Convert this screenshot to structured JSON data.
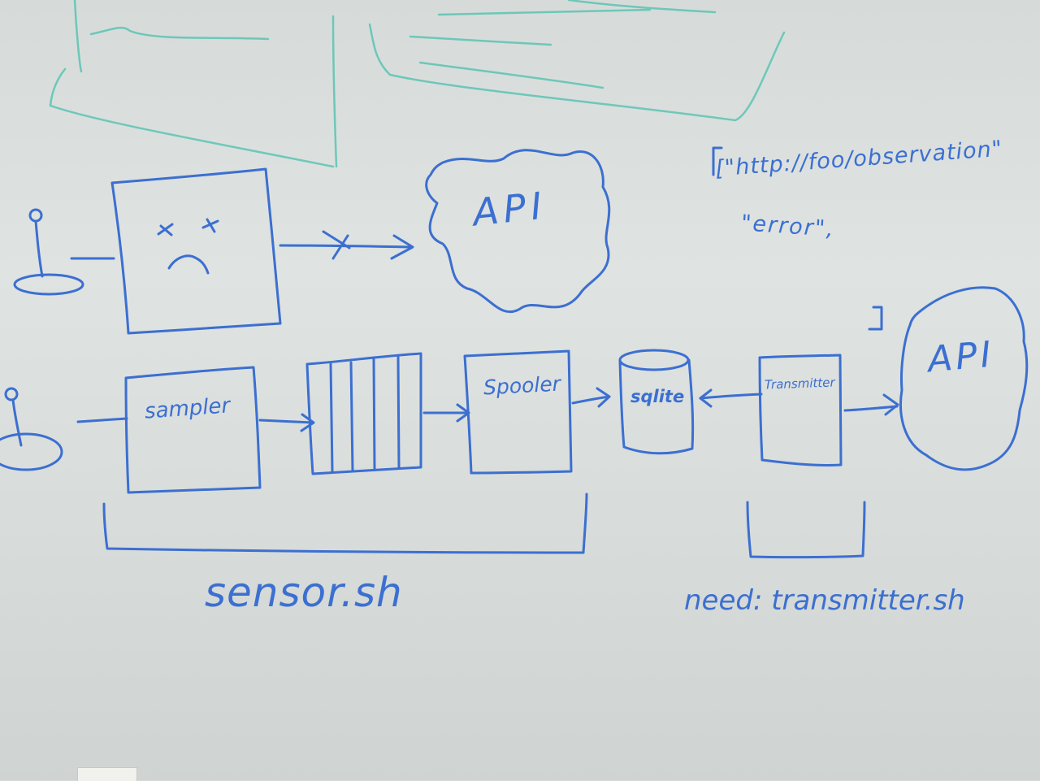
{
  "colors": {
    "board": "#dadedc",
    "marker_blue": "#3b6fd1",
    "marker_teal": "#5bc4b3"
  },
  "annotations": {
    "json_line1": "[\"http://foo/observation\"",
    "json_line2": "\"error\",",
    "bracket_close": "]"
  },
  "failed_path": {
    "api_label": "API",
    "connection_state": "failed"
  },
  "pipeline": {
    "sampler_label": "sampler",
    "spooler_label": "Spooler",
    "sqlite_label": "sqlite",
    "transmitter_label": "Transmitter",
    "api_label": "API"
  },
  "groups": {
    "sensor_script": "sensor.sh",
    "transmitter_script": "need: transmitter.sh"
  },
  "icons": [
    "sensor-icon",
    "sad-face-icon",
    "cloud-icon",
    "queue-icon",
    "database-icon",
    "arrow-icon",
    "bracket-icon"
  ]
}
